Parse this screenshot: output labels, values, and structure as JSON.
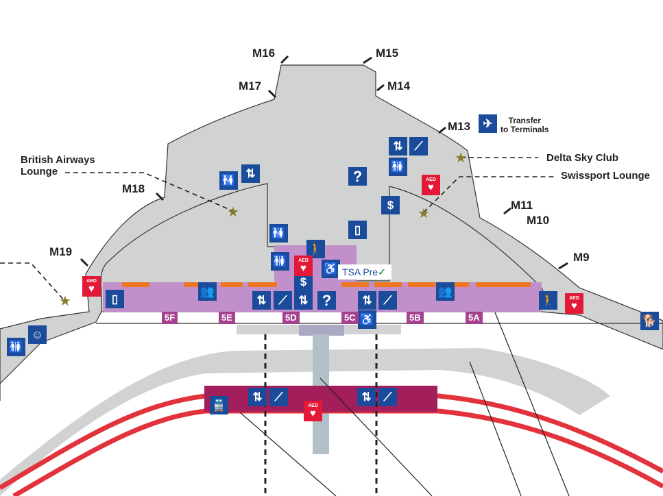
{
  "gates": {
    "m16": "M16",
    "m15": "M15",
    "m17": "M17",
    "m14": "M14",
    "m13": "M13",
    "m18": "M18",
    "m11": "M11",
    "m10": "M10",
    "m19": "M19",
    "m9": "M9"
  },
  "lounges": {
    "british_airways": "British Airways\nLounge",
    "british_line1": "British Airways",
    "british_line2": "Lounge",
    "delta": "Delta Sky Club",
    "swissport": "Swissport Lounge"
  },
  "transfer": {
    "line1": "Transfer",
    "line2": "to Terminals"
  },
  "tsa": {
    "label": "TSA Pre",
    "check": "✓"
  },
  "aed_label": "AED",
  "info_symbol": "?",
  "concourse_gates": [
    "5F",
    "5E",
    "5D",
    "5C",
    "5B",
    "5A"
  ],
  "colors": {
    "terminal": "#d1d3d2",
    "concourse": "#c18fca",
    "orange": "#ef7622",
    "icon_blue": "#1b4c9b",
    "aed_red": "#e31937",
    "rail_red": "#e2323c",
    "station": "#a21f5c",
    "star": "#8a7a2e"
  }
}
